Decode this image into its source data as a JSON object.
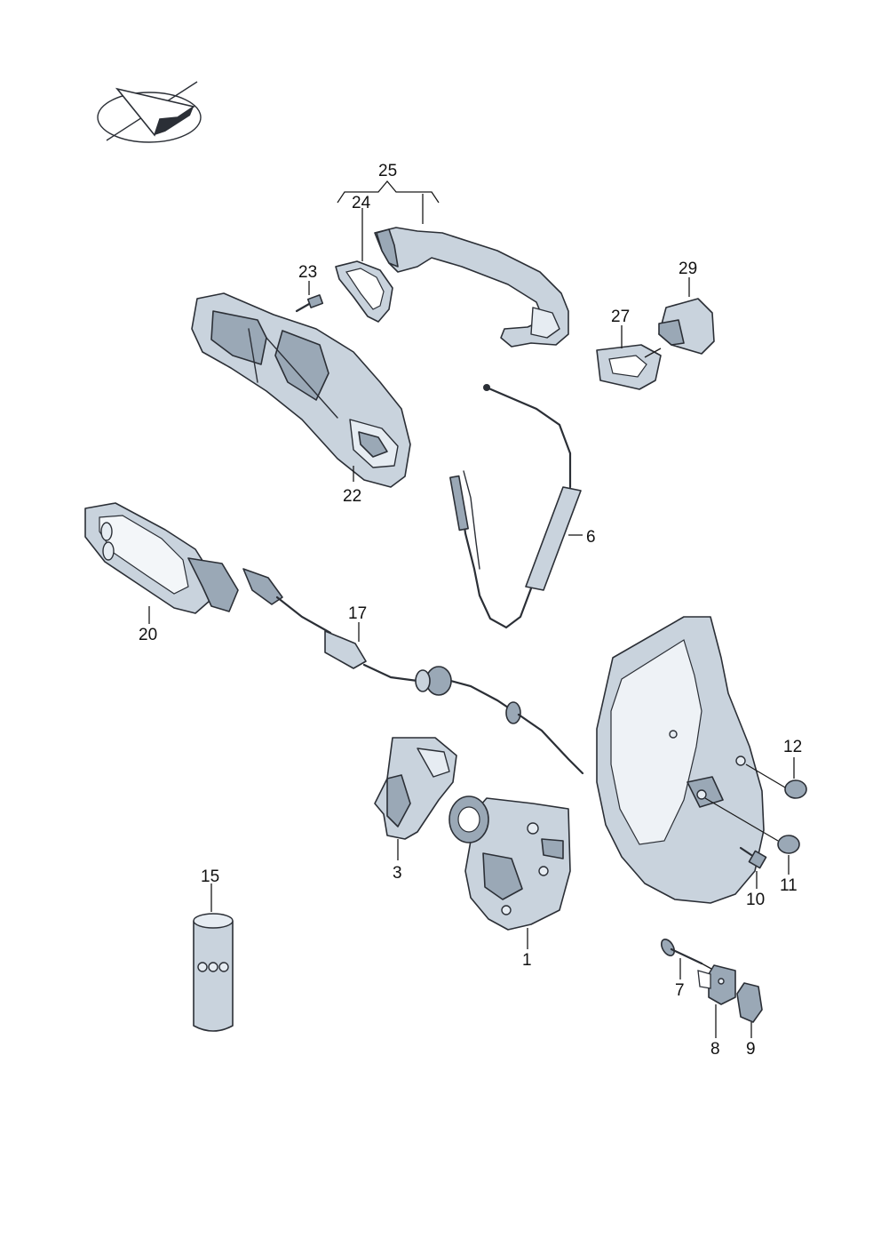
{
  "callouts": {
    "c1": "1",
    "c3": "3",
    "c6": "6",
    "c7": "7",
    "c8": "8",
    "c9": "9",
    "c10": "10",
    "c11": "11",
    "c12": "12",
    "c15": "15",
    "c17": "17",
    "c20": "20",
    "c22": "22",
    "c23": "23",
    "c24": "24",
    "c25": "25",
    "c27": "27",
    "c29": "29"
  },
  "colors": {
    "part_fill": "#c9d3dd",
    "outline": "#2b2f36",
    "background": "#ffffff"
  },
  "icons": {
    "orientation": "vehicle-orientation-arrow-icon"
  }
}
